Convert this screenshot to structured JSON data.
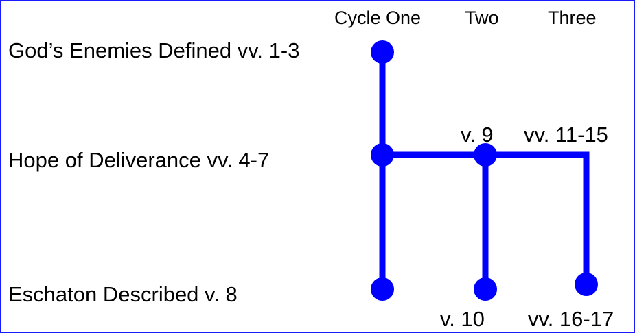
{
  "columns": [
    "Cycle One",
    "Two",
    "Three"
  ],
  "rows": [
    "God’s Enemies Defined vv.  1-3",
    "Hope of Deliverance vv.  4-7",
    "Eschaton Described v. 8"
  ],
  "annotations": {
    "two_top": "v. 9",
    "three_top": "vv.  11-15",
    "two_bottom": "v. 10",
    "three_bottom": "vv. 16-17"
  },
  "colors": {
    "line": "#0000ff",
    "border": "#1a1aff",
    "text": "#000000"
  }
}
